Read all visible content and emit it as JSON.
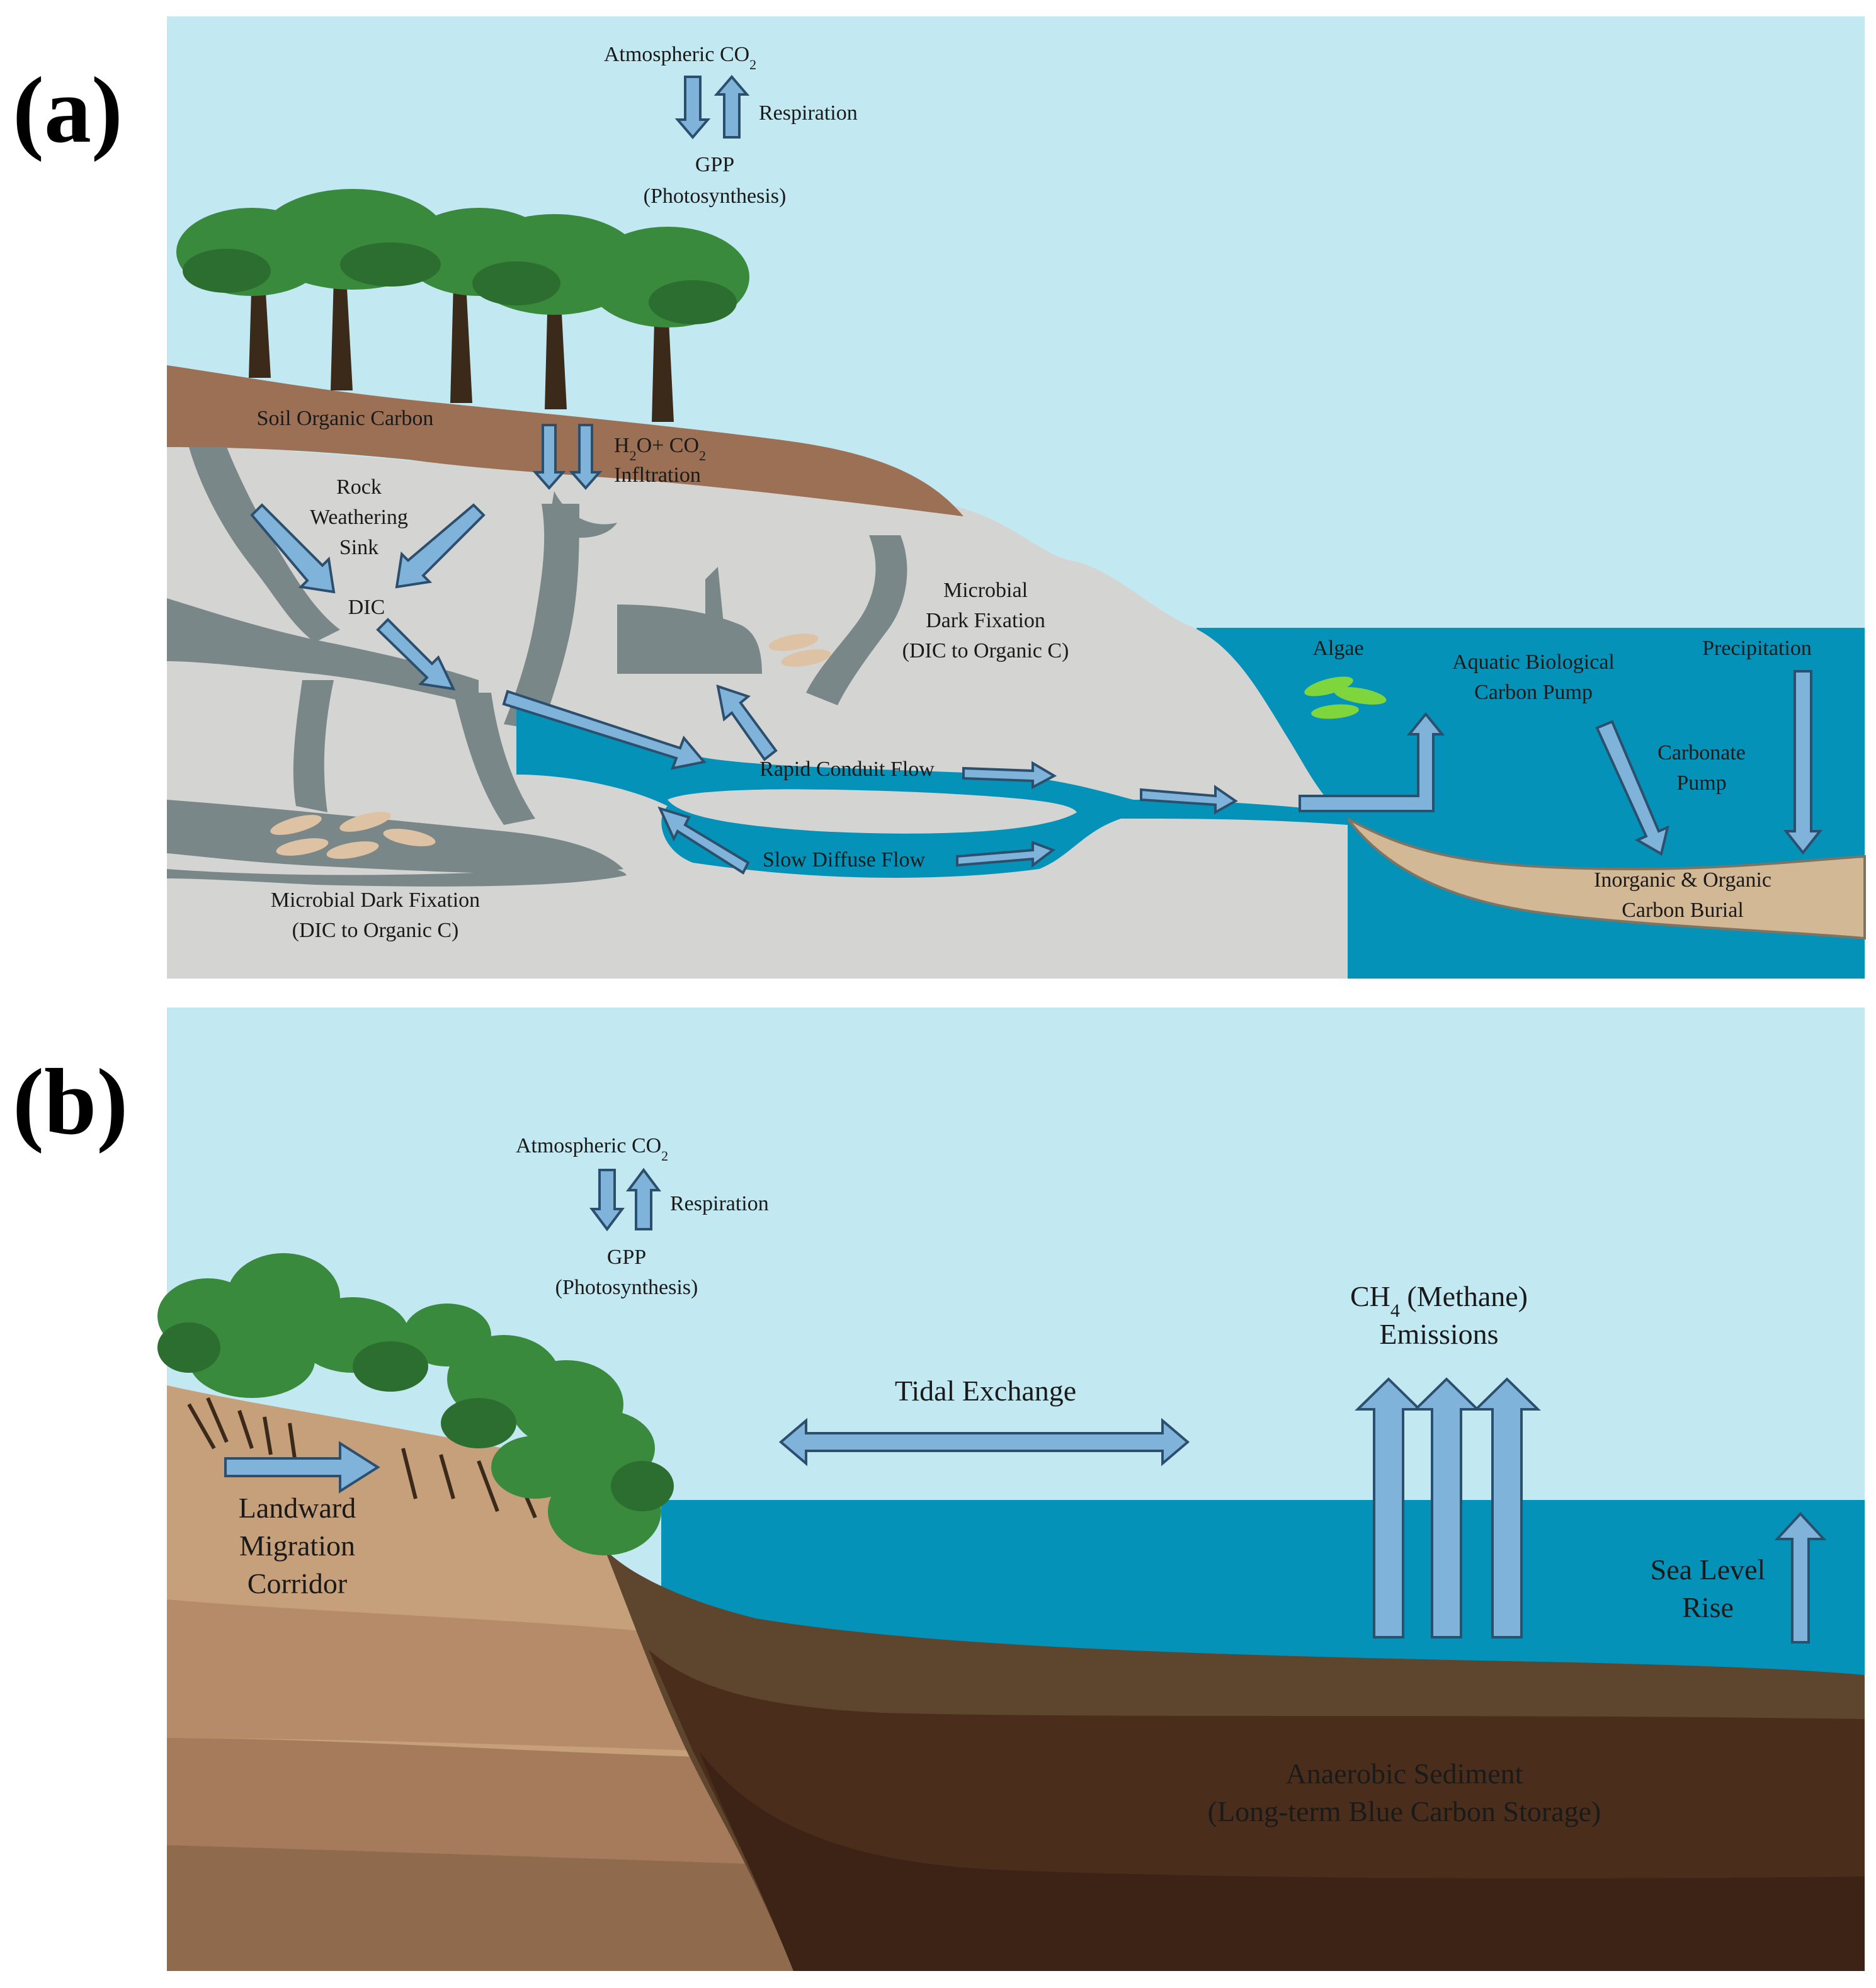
{
  "panel_a": {
    "letter": "(a)",
    "atmospheric_co2": "Atmospheric CO",
    "co2_sub": "2",
    "respiration": "Respiration",
    "gpp": "GPP",
    "photosynthesis": "(Photosynthesis)",
    "soil_organic_carbon": "Soil Organic Carbon",
    "h2o_co2_line1_a": "H",
    "h2o_co2_line1_sub1": "2",
    "h2o_co2_line1_b": "O+ CO",
    "h2o_co2_line1_sub2": "2",
    "infiltration": "Infltration",
    "rock_weathering": [
      "Rock",
      "Weathering",
      "Sink"
    ],
    "dic": "DIC",
    "microbial_dark_fixation_right": [
      "Microbial",
      "Dark Fixation",
      "(DIC to Organic C)"
    ],
    "microbial_dark_fixation_bottom": [
      "Microbial Dark Fixation",
      "(DIC to Organic C)"
    ],
    "rapid_conduit_flow": "Rapid Conduit Flow",
    "slow_diffuse_flow": "Slow Diffuse Flow",
    "algae": "Algae",
    "aquatic_pump": [
      "Aquatic Biological",
      "Carbon Pump"
    ],
    "precipitation": "Precipitation",
    "carbonate_pump": [
      "Carbonate",
      "Pump"
    ],
    "carbon_burial": [
      "Inorganic & Organic",
      "Carbon Burial"
    ]
  },
  "panel_b": {
    "letter": "(b)",
    "atmospheric_co2": "Atmospheric CO",
    "co2_sub": "2",
    "respiration": "Respiration",
    "gpp": "GPP",
    "photosynthesis": "(Photosynthesis)",
    "ch4_a": "CH",
    "ch4_sub": "4",
    "ch4_b": " (Methane)",
    "emissions": "Emissions",
    "tidal_exchange": "Tidal Exchange",
    "landward": [
      "Landward",
      "Migration",
      "Corridor"
    ],
    "sea_level_rise": [
      "Sea Level",
      "Rise"
    ],
    "anaerobic_sediment": [
      "Anaerobic Sediment",
      "(Long-term Blue Carbon Storage)"
    ]
  },
  "colors": {
    "sky": "#c2e9f1",
    "water": "#0492b8",
    "soil": "#9c7055",
    "rock": "#d4d4d3",
    "conduit": "#7a8788",
    "arrow_fill": "#7fb3d9",
    "tree_green": "#3a8a3d",
    "sediment_dark": "#4a2e1b"
  }
}
